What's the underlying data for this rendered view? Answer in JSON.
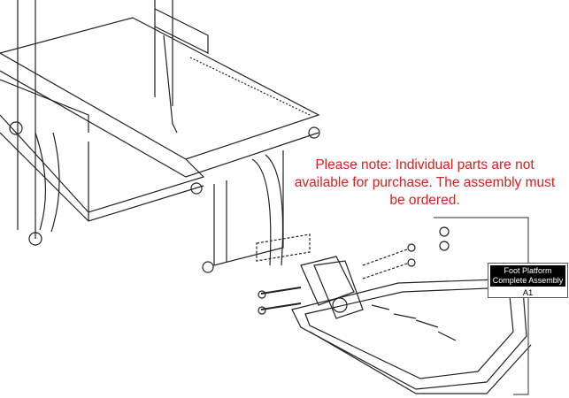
{
  "note": "Please note: Individual parts are not available for purchase. The assembly must be ordered.",
  "callout": {
    "title_line1": "Foot Platform",
    "title_line2": "Complete Assembly",
    "part_code": "A1"
  },
  "colors": {
    "note": "#d81e1e",
    "line": "#222222"
  }
}
